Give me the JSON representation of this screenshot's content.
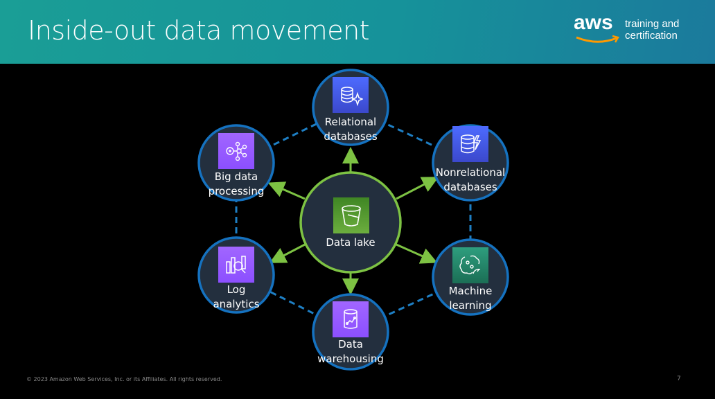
{
  "header": {
    "title": "Inside-out data movement",
    "logo_text": "aws",
    "logo_line1": "training and",
    "logo_line2": "certification"
  },
  "diagram": {
    "center": {
      "label": "Data lake",
      "icon": "bucket-icon",
      "color": "#3f8624"
    },
    "nodes": [
      {
        "label1": "Relational",
        "label2": "databases",
        "icon": "database-sparkle-icon",
        "color": "#3b48cc"
      },
      {
        "label1": "Nonrelational",
        "label2": "databases",
        "icon": "dynamodb-icon",
        "color": "#3b48cc"
      },
      {
        "label1": "Machine",
        "label2": "learning",
        "icon": "brain-icon",
        "color": "#1b7a5e"
      },
      {
        "label1": "Data",
        "label2": "warehousing",
        "icon": "warehouse-icon",
        "color": "#8c4fff"
      },
      {
        "label1": "Log",
        "label2": "analytics",
        "icon": "log-search-icon",
        "color": "#8c4fff"
      },
      {
        "label1": "Big data",
        "label2": "processing",
        "icon": "network-icon",
        "color": "#8c4fff"
      }
    ]
  },
  "footer": {
    "copyright": "© 2023 Amazon Web Services, Inc. or its Affiliates. All rights reserved.",
    "page_number": "7"
  }
}
